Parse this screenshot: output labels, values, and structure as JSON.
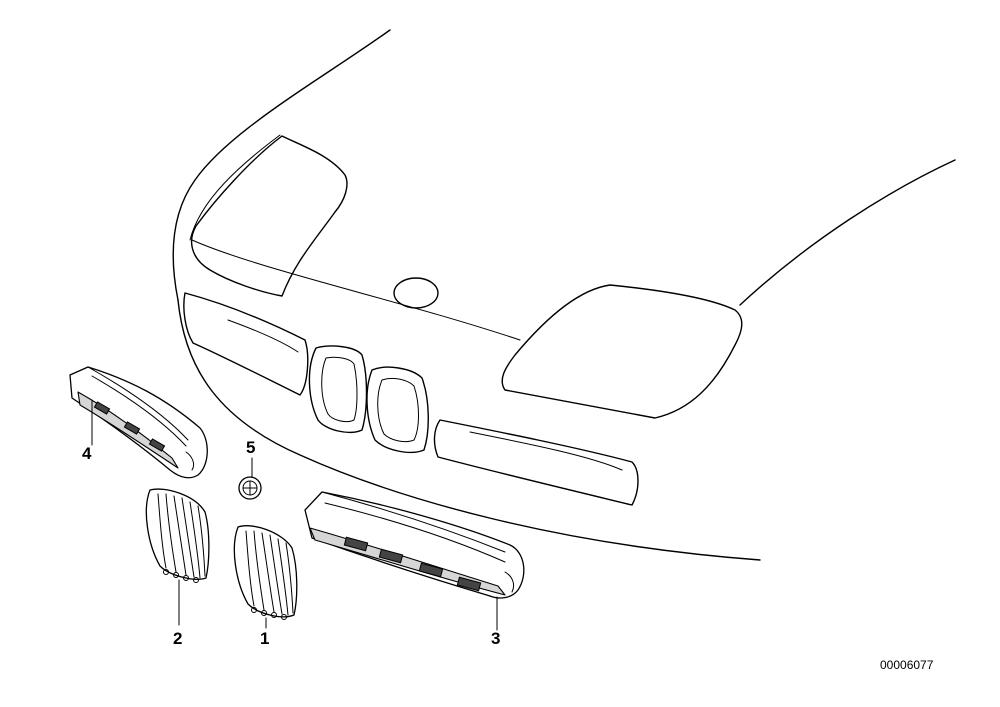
{
  "diagram": {
    "callouts": [
      {
        "id": "callout-1",
        "text": "1"
      },
      {
        "id": "callout-2",
        "text": "2"
      },
      {
        "id": "callout-3",
        "text": "3"
      },
      {
        "id": "callout-4",
        "text": "4"
      },
      {
        "id": "callout-5",
        "text": "5"
      }
    ],
    "document_number": "00006077"
  }
}
